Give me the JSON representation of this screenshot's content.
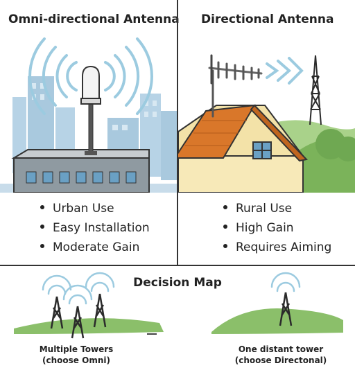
{
  "omni": {
    "title": "Omni-directional Antenna",
    "bullets": [
      "Urban Use",
      "Easy Installation",
      "Moderate Gain"
    ]
  },
  "directional": {
    "title": "Directional Antenna",
    "bullets": [
      "Rural Use",
      "High Gain",
      "Requires Aiming"
    ]
  },
  "decision_map": {
    "title": "Decision Map",
    "omni_caption_line1": "Multiple Towers",
    "omni_caption_line2": "(choose Omni)",
    "dir_caption_line1": "One distant tower",
    "dir_caption_line2": "(choose Directonal)"
  },
  "colors": {
    "signal_wave": "#9ccbe0",
    "city_blue": "#a9c9de",
    "roof_orange": "#d9772a",
    "hill_green": "#8bbf6a",
    "house_wall": "#f7e9b8",
    "tower_dark": "#2b2b2b"
  },
  "icons": [
    "omni-antenna-icon",
    "yagi-antenna-icon",
    "radio-tower-icon",
    "house-icon",
    "city-skyline-icon"
  ]
}
